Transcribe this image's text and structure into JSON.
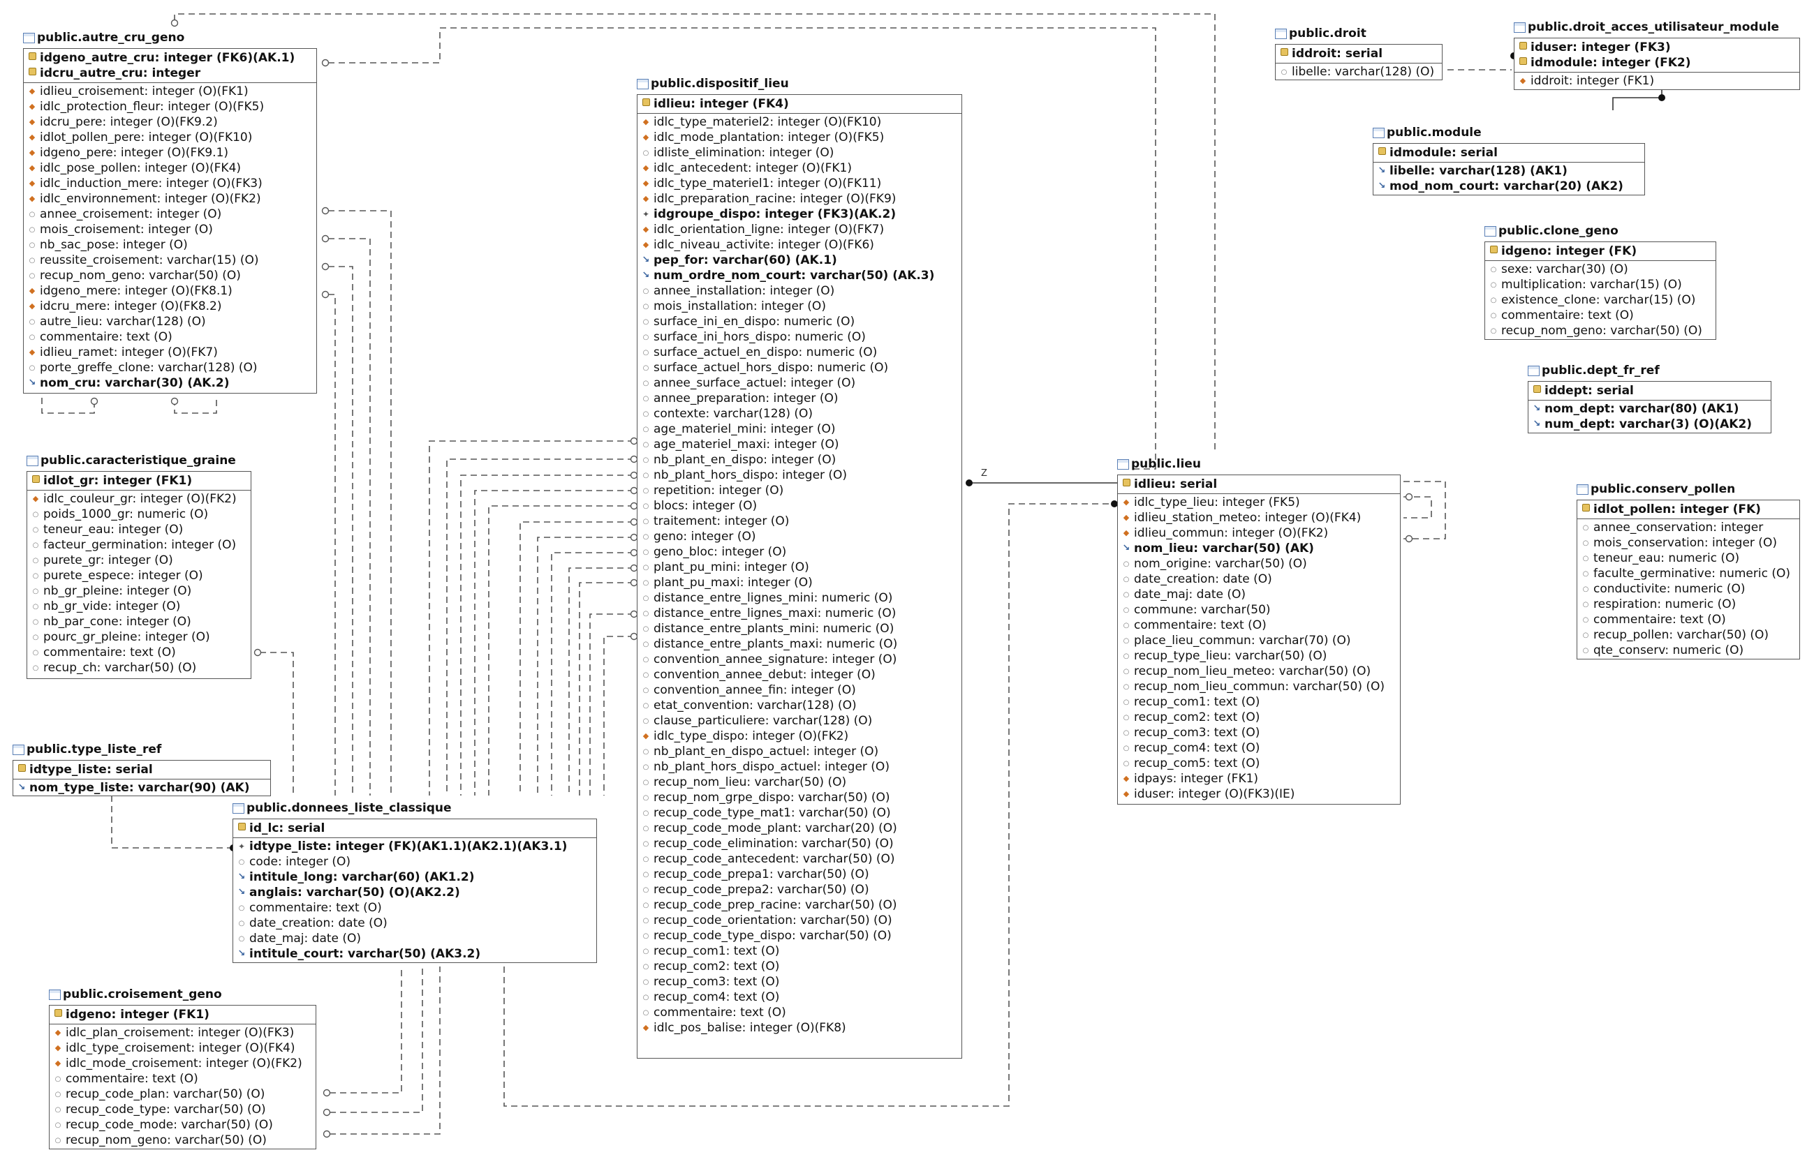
{
  "tables": {
    "autre_cru_geno": {
      "title": "public.autre_cru_geno",
      "pk": [
        {
          "text": "idgeno_autre_cru: integer (FK6)(AK.1)",
          "mark": "key",
          "bold": true
        },
        {
          "text": "idcru_autre_cru: integer",
          "mark": "key",
          "bold": true
        }
      ],
      "rows": [
        {
          "text": "idlieu_croisement: integer (O)(FK1)",
          "mark": "fk"
        },
        {
          "text": "idlc_protection_fleur: integer (O)(FK5)",
          "mark": "fk"
        },
        {
          "text": "idcru_pere: integer (O)(FK9.2)",
          "mark": "fk"
        },
        {
          "text": "idlot_pollen_pere: integer (O)(FK10)",
          "mark": "fk"
        },
        {
          "text": "idgeno_pere: integer (O)(FK9.1)",
          "mark": "fk"
        },
        {
          "text": "idlc_pose_pollen: integer (O)(FK4)",
          "mark": "fk"
        },
        {
          "text": "idlc_induction_mere: integer (O)(FK3)",
          "mark": "fk"
        },
        {
          "text": "idlc_environnement: integer (O)(FK2)",
          "mark": "fk"
        },
        {
          "text": "annee_croisement: integer (O)",
          "mark": "o"
        },
        {
          "text": "mois_croisement: integer (O)",
          "mark": "o"
        },
        {
          "text": "nb_sac_pose: integer (O)",
          "mark": "o"
        },
        {
          "text": "reussite_croisement: varchar(15) (O)",
          "mark": "o"
        },
        {
          "text": "recup_nom_geno: varchar(50) (O)",
          "mark": "o"
        },
        {
          "text": "idgeno_mere: integer (O)(FK8.1)",
          "mark": "fk"
        },
        {
          "text": "idcru_mere: integer (O)(FK8.2)",
          "mark": "fk"
        },
        {
          "text": "autre_lieu: varchar(128) (O)",
          "mark": "o"
        },
        {
          "text": "commentaire: text (O)",
          "mark": "o"
        },
        {
          "text": "idlieu_ramet: integer (O)(FK7)",
          "mark": "fk"
        },
        {
          "text": "porte_greffe_clone: varchar(128) (O)",
          "mark": "o"
        },
        {
          "text": "nom_cru: varchar(30) (AK.2)",
          "mark": "ak",
          "bold": true
        }
      ]
    },
    "caracteristique_graine": {
      "title": "public.caracteristique_graine",
      "pk": [
        {
          "text": "idlot_gr: integer (FK1)",
          "mark": "key",
          "bold": true
        }
      ],
      "rows": [
        {
          "text": "idlc_couleur_gr: integer (O)(FK2)",
          "mark": "fk"
        },
        {
          "text": "poids_1000_gr: numeric (O)",
          "mark": "o"
        },
        {
          "text": "teneur_eau: integer (O)",
          "mark": "o"
        },
        {
          "text": "facteur_germination: integer (O)",
          "mark": "o"
        },
        {
          "text": "purete_gr: integer (O)",
          "mark": "o"
        },
        {
          "text": "purete_espece: integer (O)",
          "mark": "o"
        },
        {
          "text": "nb_gr_pleine: integer (O)",
          "mark": "o"
        },
        {
          "text": "nb_gr_vide: integer (O)",
          "mark": "o"
        },
        {
          "text": "nb_par_cone: integer (O)",
          "mark": "o"
        },
        {
          "text": "pourc_gr_pleine: integer (O)",
          "mark": "o"
        },
        {
          "text": "commentaire: text (O)",
          "mark": "o"
        },
        {
          "text": "recup_ch: varchar(50) (O)",
          "mark": "o"
        }
      ]
    },
    "type_liste_ref": {
      "title": "public.type_liste_ref",
      "pk": [
        {
          "text": "idtype_liste: serial",
          "mark": "key",
          "bold": true
        }
      ],
      "rows": [
        {
          "text": "nom_type_liste: varchar(90) (AK)",
          "mark": "ak",
          "bold": true
        }
      ]
    },
    "donnees_liste_classique": {
      "title": "public.donnees_liste_classique",
      "pk": [
        {
          "text": "id_lc: serial",
          "mark": "key",
          "bold": true
        }
      ],
      "rows": [
        {
          "text": "idtype_liste: integer (FK)(AK1.1)(AK2.1)(AK3.1)",
          "mark": "fkak",
          "bold": true
        },
        {
          "text": "code: integer (O)",
          "mark": "o"
        },
        {
          "text": "intitule_long: varchar(60) (AK1.2)",
          "mark": "ak",
          "bold": true
        },
        {
          "text": "anglais: varchar(50) (O)(AK2.2)",
          "mark": "ak",
          "bold": true
        },
        {
          "text": "commentaire: text (O)",
          "mark": "o"
        },
        {
          "text": "date_creation: date (O)",
          "mark": "o"
        },
        {
          "text": "date_maj: date (O)",
          "mark": "o"
        },
        {
          "text": "intitule_court: varchar(50) (AK3.2)",
          "mark": "ak",
          "bold": true
        }
      ]
    },
    "croisement_geno": {
      "title": "public.croisement_geno",
      "pk": [
        {
          "text": "idgeno: integer (FK1)",
          "mark": "key",
          "bold": true
        }
      ],
      "rows": [
        {
          "text": "idlc_plan_croisement: integer (O)(FK3)",
          "mark": "fk"
        },
        {
          "text": "idlc_type_croisement: integer (O)(FK4)",
          "mark": "fk"
        },
        {
          "text": "idlc_mode_croisement: integer (O)(FK2)",
          "mark": "fk"
        },
        {
          "text": "commentaire: text (O)",
          "mark": "o"
        },
        {
          "text": "recup_code_plan: varchar(50) (O)",
          "mark": "o"
        },
        {
          "text": "recup_code_type: varchar(50) (O)",
          "mark": "o"
        },
        {
          "text": "recup_code_mode: varchar(50) (O)",
          "mark": "o"
        },
        {
          "text": "recup_nom_geno: varchar(50) (O)",
          "mark": "o"
        }
      ]
    },
    "dispositif_lieu": {
      "title": "public.dispositif_lieu",
      "pk": [
        {
          "text": "idlieu: integer (FK4)",
          "mark": "key",
          "bold": true
        }
      ],
      "rows": [
        {
          "text": "idlc_type_materiel2: integer (O)(FK10)",
          "mark": "fk"
        },
        {
          "text": "idlc_mode_plantation: integer (O)(FK5)",
          "mark": "fk"
        },
        {
          "text": "idliste_elimination: integer (O)",
          "mark": "o"
        },
        {
          "text": "idlc_antecedent: integer (O)(FK1)",
          "mark": "fk"
        },
        {
          "text": "idlc_type_materiel1: integer (O)(FK11)",
          "mark": "fk"
        },
        {
          "text": "idlc_preparation_racine: integer (O)(FK9)",
          "mark": "fk"
        },
        {
          "text": "idgroupe_dispo: integer (FK3)(AK.2)",
          "mark": "fkak",
          "bold": true
        },
        {
          "text": "idlc_orientation_ligne: integer (O)(FK7)",
          "mark": "fk"
        },
        {
          "text": "idlc_niveau_activite: integer (O)(FK6)",
          "mark": "fk"
        },
        {
          "text": "pep_for: varchar(60) (AK.1)",
          "mark": "ak",
          "bold": true
        },
        {
          "text": "num_ordre_nom_court: varchar(50) (AK.3)",
          "mark": "ak",
          "bold": true
        },
        {
          "text": "annee_installation: integer (O)",
          "mark": "o"
        },
        {
          "text": "mois_installation: integer (O)",
          "mark": "o"
        },
        {
          "text": "surface_ini_en_dispo: numeric (O)",
          "mark": "o"
        },
        {
          "text": "surface_ini_hors_dispo: numeric (O)",
          "mark": "o"
        },
        {
          "text": "surface_actuel_en_dispo: numeric (O)",
          "mark": "o"
        },
        {
          "text": "surface_actuel_hors_dispo: numeric (O)",
          "mark": "o"
        },
        {
          "text": "annee_surface_actuel: integer (O)",
          "mark": "o"
        },
        {
          "text": "annee_preparation: integer (O)",
          "mark": "o"
        },
        {
          "text": "contexte: varchar(128) (O)",
          "mark": "o"
        },
        {
          "text": "age_materiel_mini: integer (O)",
          "mark": "o"
        },
        {
          "text": "age_materiel_maxi: integer (O)",
          "mark": "o"
        },
        {
          "text": "nb_plant_en_dispo: integer (O)",
          "mark": "o"
        },
        {
          "text": "nb_plant_hors_dispo: integer (O)",
          "mark": "o"
        },
        {
          "text": "repetition: integer (O)",
          "mark": "o"
        },
        {
          "text": "blocs: integer (O)",
          "mark": "o"
        },
        {
          "text": "traitement: integer (O)",
          "mark": "o"
        },
        {
          "text": "geno: integer (O)",
          "mark": "o"
        },
        {
          "text": "geno_bloc: integer (O)",
          "mark": "o"
        },
        {
          "text": "plant_pu_mini: integer (O)",
          "mark": "o"
        },
        {
          "text": "plant_pu_maxi: integer (O)",
          "mark": "o"
        },
        {
          "text": "distance_entre_lignes_mini: numeric (O)",
          "mark": "o"
        },
        {
          "text": "distance_entre_lignes_maxi: numeric (O)",
          "mark": "o"
        },
        {
          "text": "distance_entre_plants_mini: numeric (O)",
          "mark": "o"
        },
        {
          "text": "distance_entre_plants_maxi: numeric (O)",
          "mark": "o"
        },
        {
          "text": "convention_annee_signature: integer (O)",
          "mark": "o"
        },
        {
          "text": "convention_annee_debut: integer (O)",
          "mark": "o"
        },
        {
          "text": "convention_annee_fin: integer (O)",
          "mark": "o"
        },
        {
          "text": "etat_convention: varchar(128) (O)",
          "mark": "o"
        },
        {
          "text": "clause_particuliere: varchar(128) (O)",
          "mark": "o"
        },
        {
          "text": "idlc_type_dispo: integer (O)(FK2)",
          "mark": "fk"
        },
        {
          "text": "nb_plant_en_dispo_actuel: integer (O)",
          "mark": "o"
        },
        {
          "text": "nb_plant_hors_dispo_actuel: integer (O)",
          "mark": "o"
        },
        {
          "text": "recup_nom_lieu: varchar(50) (O)",
          "mark": "o"
        },
        {
          "text": "recup_nom_grpe_dispo: varchar(50) (O)",
          "mark": "o"
        },
        {
          "text": "recup_code_type_mat1: varchar(50) (O)",
          "mark": "o"
        },
        {
          "text": "recup_code_mode_plant: varchar(20) (O)",
          "mark": "o"
        },
        {
          "text": "recup_code_elimination: varchar(50) (O)",
          "mark": "o"
        },
        {
          "text": "recup_code_antecedent: varchar(50) (O)",
          "mark": "o"
        },
        {
          "text": "recup_code_prepa1: varchar(50) (O)",
          "mark": "o"
        },
        {
          "text": "recup_code_prepa2: varchar(50) (O)",
          "mark": "o"
        },
        {
          "text": "recup_code_prep_racine: varchar(50) (O)",
          "mark": "o"
        },
        {
          "text": "recup_code_orientation: varchar(50) (O)",
          "mark": "o"
        },
        {
          "text": "recup_code_type_dispo: varchar(50) (O)",
          "mark": "o"
        },
        {
          "text": "recup_com1: text (O)",
          "mark": "o"
        },
        {
          "text": "recup_com2: text (O)",
          "mark": "o"
        },
        {
          "text": "recup_com3: text (O)",
          "mark": "o"
        },
        {
          "text": "recup_com4: text (O)",
          "mark": "o"
        },
        {
          "text": "commentaire: text (O)",
          "mark": "o"
        },
        {
          "text": "idlc_pos_balise: integer (O)(FK8)",
          "mark": "fk"
        }
      ]
    },
    "lieu": {
      "title": "public.lieu",
      "pk": [
        {
          "text": "idlieu: serial",
          "mark": "key",
          "bold": true
        }
      ],
      "rows": [
        {
          "text": "idlc_type_lieu: integer (FK5)",
          "mark": "fk"
        },
        {
          "text": "idlieu_station_meteo: integer (O)(FK4)",
          "mark": "fk"
        },
        {
          "text": "idlieu_commun: integer (O)(FK2)",
          "mark": "fk"
        },
        {
          "text": "nom_lieu: varchar(50) (AK)",
          "mark": "ak",
          "bold": true
        },
        {
          "text": "nom_origine: varchar(50) (O)",
          "mark": "o"
        },
        {
          "text": "date_creation: date (O)",
          "mark": "o"
        },
        {
          "text": "date_maj: date (O)",
          "mark": "o"
        },
        {
          "text": "commune: varchar(50)",
          "mark": "o"
        },
        {
          "text": "commentaire: text (O)",
          "mark": "o"
        },
        {
          "text": "place_lieu_commun: varchar(70) (O)",
          "mark": "o"
        },
        {
          "text": "recup_type_lieu: varchar(50) (O)",
          "mark": "o"
        },
        {
          "text": "recup_nom_lieu_meteo: varchar(50) (O)",
          "mark": "o"
        },
        {
          "text": "recup_nom_lieu_commun: varchar(50) (O)",
          "mark": "o"
        },
        {
          "text": "recup_com1: text (O)",
          "mark": "o"
        },
        {
          "text": "recup_com2: text (O)",
          "mark": "o"
        },
        {
          "text": "recup_com3: text (O)",
          "mark": "o"
        },
        {
          "text": "recup_com4: text (O)",
          "mark": "o"
        },
        {
          "text": "recup_com5: text (O)",
          "mark": "o"
        },
        {
          "text": "idpays: integer (FK1)",
          "mark": "fk"
        },
        {
          "text": "iduser: integer (O)(FK3)(IE)",
          "mark": "fk"
        }
      ]
    },
    "droit": {
      "title": "public.droit",
      "pk": [
        {
          "text": "iddroit: serial",
          "mark": "key",
          "bold": true
        }
      ],
      "rows": [
        {
          "text": "libelle: varchar(128) (O)",
          "mark": "o"
        }
      ]
    },
    "droit_acces_utilisateur_module": {
      "title": "public.droit_acces_utilisateur_module",
      "pk": [
        {
          "text": "iduser: integer (FK3)",
          "mark": "key",
          "bold": true
        },
        {
          "text": "idmodule: integer (FK2)",
          "mark": "key",
          "bold": true
        }
      ],
      "rows": [
        {
          "text": "iddroit: integer (FK1)",
          "mark": "fk"
        }
      ]
    },
    "module": {
      "title": "public.module",
      "pk": [
        {
          "text": "idmodule: serial",
          "mark": "key",
          "bold": true
        }
      ],
      "rows": [
        {
          "text": "libelle: varchar(128) (AK1)",
          "mark": "ak",
          "bold": true
        },
        {
          "text": "mod_nom_court: varchar(20) (AK2)",
          "mark": "ak",
          "bold": true
        }
      ]
    },
    "clone_geno": {
      "title": "public.clone_geno",
      "pk": [
        {
          "text": "idgeno: integer (FK)",
          "mark": "key",
          "bold": true
        }
      ],
      "rows": [
        {
          "text": "sexe: varchar(30) (O)",
          "mark": "o"
        },
        {
          "text": "multiplication: varchar(15) (O)",
          "mark": "o"
        },
        {
          "text": "existence_clone: varchar(15) (O)",
          "mark": "o"
        },
        {
          "text": "commentaire: text (O)",
          "mark": "o"
        },
        {
          "text": "recup_nom_geno: varchar(50) (O)",
          "mark": "o"
        }
      ]
    },
    "dept_fr_ref": {
      "title": "public.dept_fr_ref",
      "pk": [
        {
          "text": "iddept: serial",
          "mark": "key",
          "bold": true
        }
      ],
      "rows": [
        {
          "text": "nom_dept: varchar(80) (AK1)",
          "mark": "ak",
          "bold": true
        },
        {
          "text": "num_dept: varchar(3) (O)(AK2)",
          "mark": "ak",
          "bold": true
        }
      ]
    },
    "conserv_pollen": {
      "title": "public.conserv_pollen",
      "pk": [
        {
          "text": "idlot_pollen: integer (FK)",
          "mark": "key",
          "bold": true
        }
      ],
      "rows": [
        {
          "text": "annee_conservation: integer",
          "mark": "o"
        },
        {
          "text": "mois_conservation: integer (O)",
          "mark": "o"
        },
        {
          "text": "teneur_eau: numeric (O)",
          "mark": "o"
        },
        {
          "text": "faculte_germinative: numeric (O)",
          "mark": "o"
        },
        {
          "text": "conductivite: numeric (O)",
          "mark": "o"
        },
        {
          "text": "respiration: numeric (O)",
          "mark": "o"
        },
        {
          "text": "commentaire: text (O)",
          "mark": "o"
        },
        {
          "text": "recup_pollen: varchar(50) (O)",
          "mark": "o"
        },
        {
          "text": "qte_conserv: numeric (O)",
          "mark": "o"
        }
      ]
    }
  },
  "relationship_labels": {
    "dispositif_lieu_to_lieu": "Z"
  }
}
